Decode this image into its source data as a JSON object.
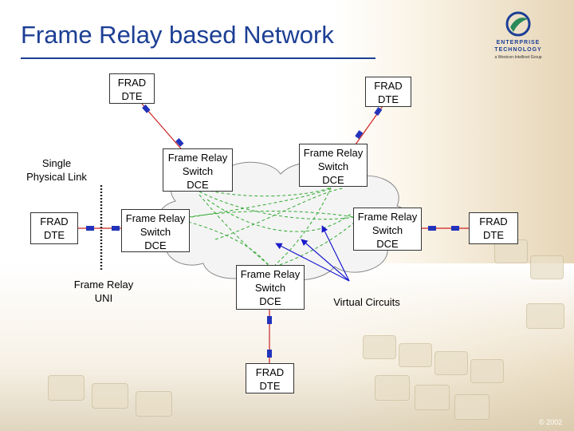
{
  "title": "Frame Relay based Network",
  "logo": {
    "line1": "ENTERPRISE",
    "line2": "TECHNOLOGY",
    "tagline": "a Westcon-Intellinet Group"
  },
  "nodes": {
    "frad_top_left": [
      "FRAD",
      "DTE"
    ],
    "frad_top_right": [
      "FRAD",
      "DTE"
    ],
    "frad_left": [
      "FRAD",
      "DTE"
    ],
    "frad_right": [
      "FRAD",
      "DTE"
    ],
    "frad_bottom": [
      "FRAD",
      "DTE"
    ],
    "switch_top_left": [
      "Frame Relay",
      "Switch",
      "DCE"
    ],
    "switch_top_right": [
      "Frame Relay",
      "Switch",
      "DCE"
    ],
    "switch_left": [
      "Frame Relay",
      "Switch",
      "DCE"
    ],
    "switch_right": [
      "Frame Relay",
      "Switch",
      "DCE"
    ],
    "switch_bottom": [
      "Frame Relay",
      "Switch",
      "DCE"
    ]
  },
  "labels": {
    "single_link": [
      "Single",
      "Physical Link"
    ],
    "uni": [
      "Frame Relay",
      "UNI"
    ],
    "virtual_circuits": "Virtual Circuits"
  },
  "copyright": "© 2002",
  "colors": {
    "title": "#1c3f94",
    "link_red": "#cc2222",
    "link_blue": "#2233bb",
    "arrow": "#1a1acc",
    "virtual_circuit": "#33aa33"
  }
}
